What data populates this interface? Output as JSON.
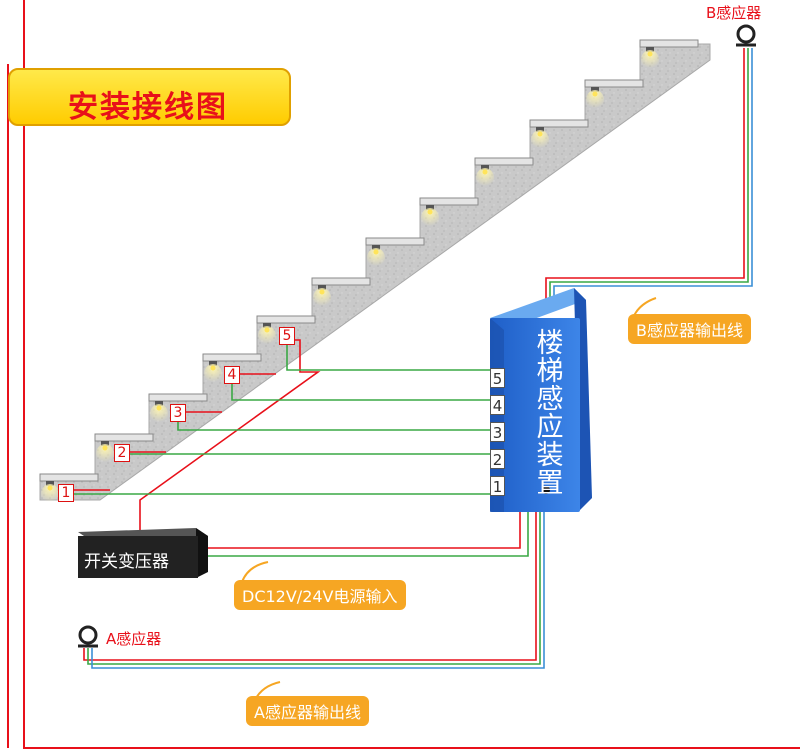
{
  "title": "安装接线图",
  "sensor_b": {
    "label": "B感应器",
    "output_label": "B感应器输出线"
  },
  "sensor_a": {
    "label": "A感应器",
    "output_label": "A感应器输出线"
  },
  "device": {
    "label": "楼梯感应装置",
    "ports": [
      "5",
      "4",
      "3",
      "2",
      "1"
    ]
  },
  "transformer": {
    "label": "开关变压器"
  },
  "power_input_label": "DC12V/24V电源输入",
  "step_numbers": [
    "1",
    "2",
    "3",
    "4",
    "5"
  ],
  "colors": {
    "red_wire": "#e8101a",
    "green_wire": "#3aa845",
    "blue_wire": "#3b8fd6",
    "device_blue": "#2a6fd6",
    "callout_orange": "#f6a623",
    "title_yellow": "#ffd400"
  }
}
